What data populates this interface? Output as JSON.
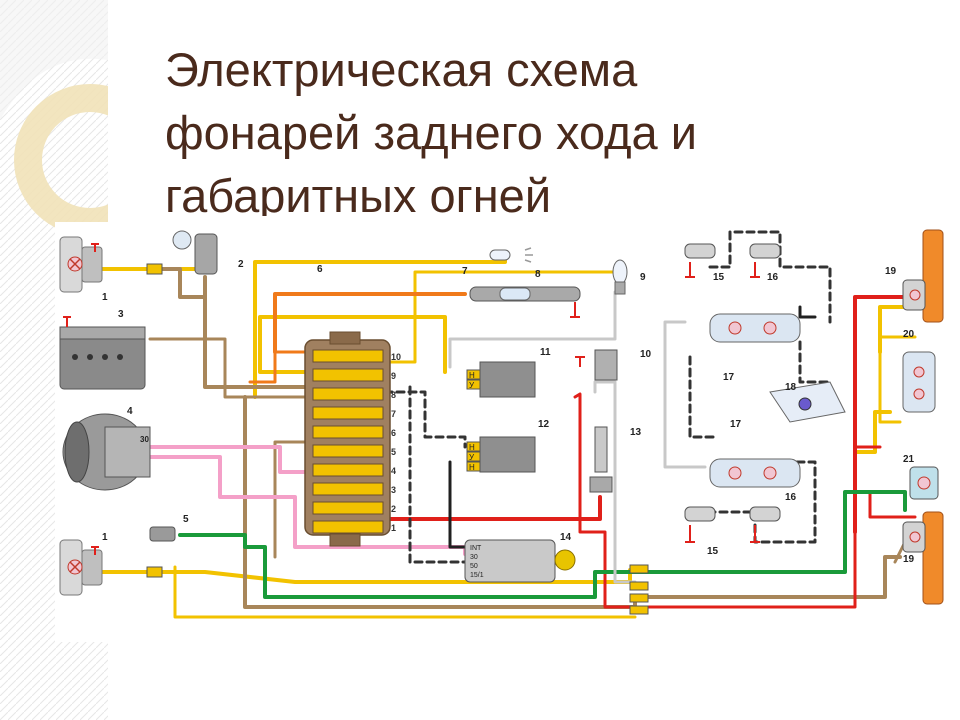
{
  "slide": {
    "title_lines": [
      "Электрическая схема",
      "фонарей заднего хода и",
      "габаритных огней"
    ]
  },
  "diagram": {
    "callouts": [
      "1",
      "2",
      "3",
      "4",
      "5",
      "6",
      "7",
      "8",
      "9",
      "10",
      "11",
      "12",
      "13",
      "14",
      "15",
      "16",
      "17",
      "18",
      "19",
      "20",
      "21",
      "1",
      "15",
      "16",
      "17",
      "19"
    ],
    "fuse_numbers": [
      "10",
      "9",
      "8",
      "7",
      "6",
      "5",
      "4",
      "3",
      "2",
      "1"
    ],
    "terminal_30": "30",
    "relay11_pins": [
      "H",
      "У"
    ],
    "relay12_pins": [
      "H",
      "У",
      "H"
    ],
    "switch14_pins": [
      "INT",
      "30",
      "50",
      "15/1"
    ],
    "wire_colors": {
      "yellow": "#f2c200",
      "brown": "#a8865a",
      "orange": "#f07a1a",
      "red": "#e0201a",
      "pink": "#f4a0c8",
      "green": "#1a9a3a",
      "black": "#202020",
      "grey": "#c8c8c8",
      "dashed": "#333333"
    }
  }
}
